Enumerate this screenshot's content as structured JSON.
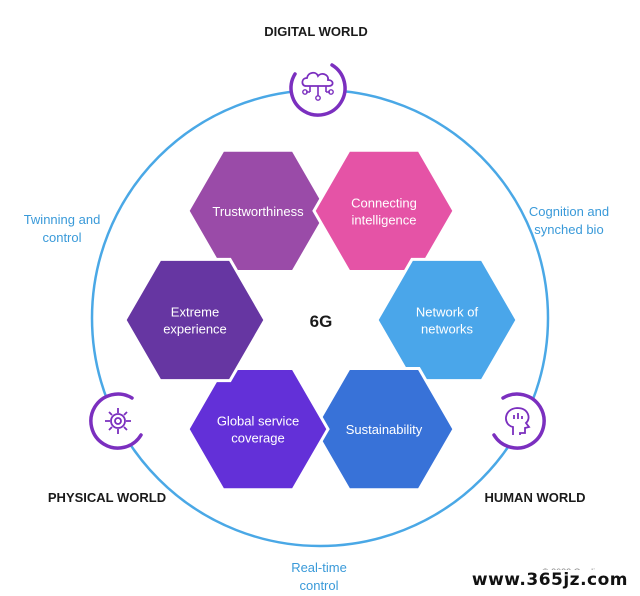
{
  "center_label": "6G",
  "worlds": {
    "digital": "DIGITAL WORLD",
    "physical": "PHYSICAL WORLD",
    "human": "HUMAN WORLD"
  },
  "links": {
    "twinning": [
      "Twinning and",
      "control"
    ],
    "cognition": [
      "Cognition and",
      "synched bio"
    ],
    "realtime": [
      "Real-time",
      "control"
    ]
  },
  "hexagons": [
    {
      "lines": [
        "Trustworthiness"
      ],
      "color": "#9a4ba8"
    },
    {
      "lines": [
        "Connecting",
        "intelligence"
      ],
      "color": "#e553a6"
    },
    {
      "lines": [
        "Network of",
        "networks"
      ],
      "color": "#4aa6ea"
    },
    {
      "lines": [
        "Sustainability"
      ],
      "color": "#3872d8"
    },
    {
      "lines": [
        "Global service",
        "coverage"
      ],
      "color": "#6330d8"
    },
    {
      "lines": [
        "Extreme",
        "experience"
      ],
      "color": "#6636a2"
    }
  ],
  "icons": {
    "digital": "cloud-network-icon",
    "physical": "gear-icon",
    "human": "head-ai-icon"
  },
  "colors": {
    "ring": "#4aa8e6",
    "icon_stroke": "#7b2fbf"
  },
  "copyright": "© 2022 Omdia",
  "watermark": "www.365jz.com"
}
